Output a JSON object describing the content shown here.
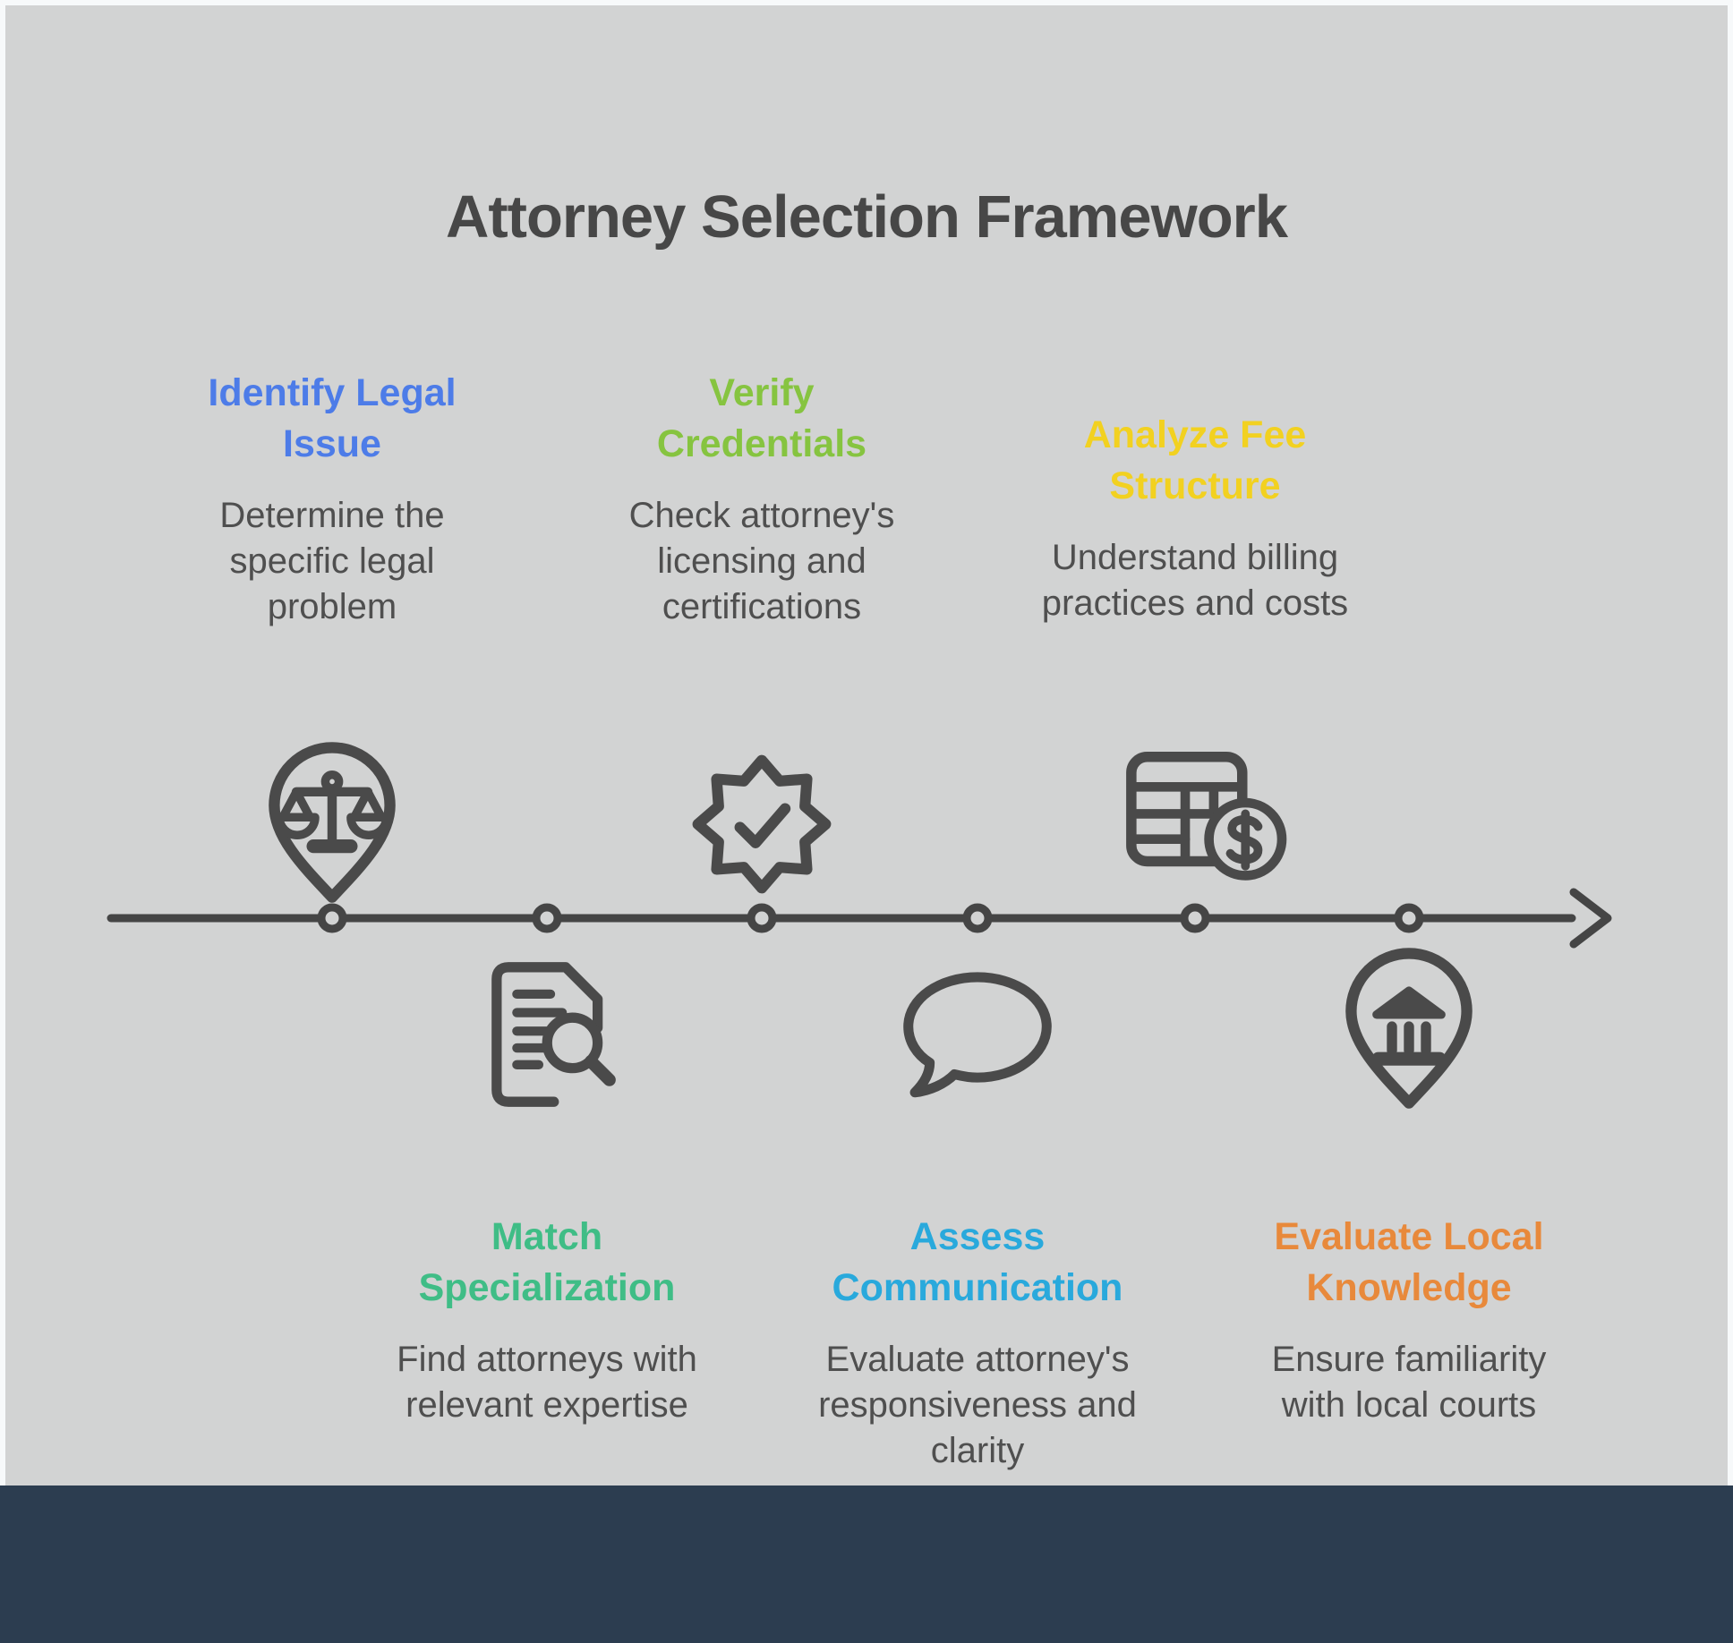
{
  "title": "Attorney Selection Framework",
  "colors": {
    "page_edge": "#f7f9fa",
    "canvas_background": "#d2d3d3",
    "footer_bar": "#2c3d50",
    "title_text": "#474747",
    "body_text": "#4f4f4f",
    "icon_stroke": "#4a4a4a",
    "timeline_stroke": "#454545"
  },
  "timeline": {
    "direction": "left-to-right",
    "node_count": 6,
    "arrow": "right-chevron"
  },
  "steps": [
    {
      "heading": "Identify Legal\nIssue",
      "description": "Determine the\nspecific legal\nproblem",
      "color": "#4d7ce8",
      "icon": "scales-pin-icon",
      "side": "top"
    },
    {
      "heading": "Verify\nCredentials",
      "description": "Check attorney's\nlicensing and\ncertifications",
      "color": "#86c440",
      "icon": "badge-check-icon",
      "side": "top"
    },
    {
      "heading": "Analyze Fee\nStructure",
      "description": "Understand billing\npractices and costs",
      "color": "#f2d120",
      "icon": "fee-table-icon",
      "side": "top"
    },
    {
      "heading": "Match\nSpecialization",
      "description": "Find attorneys with\nrelevant expertise",
      "color": "#3fbd86",
      "icon": "document-search-icon",
      "side": "bottom"
    },
    {
      "heading": "Assess\nCommunication",
      "description": "Evaluate attorney's\nresponsiveness and\nclarity",
      "color": "#29a9dc",
      "icon": "speech-bubble-icon",
      "side": "bottom"
    },
    {
      "heading": "Evaluate Local\nKnowledge",
      "description": "Ensure familiarity\nwith local courts",
      "color": "#e8893b",
      "icon": "courthouse-pin-icon",
      "side": "bottom"
    }
  ]
}
